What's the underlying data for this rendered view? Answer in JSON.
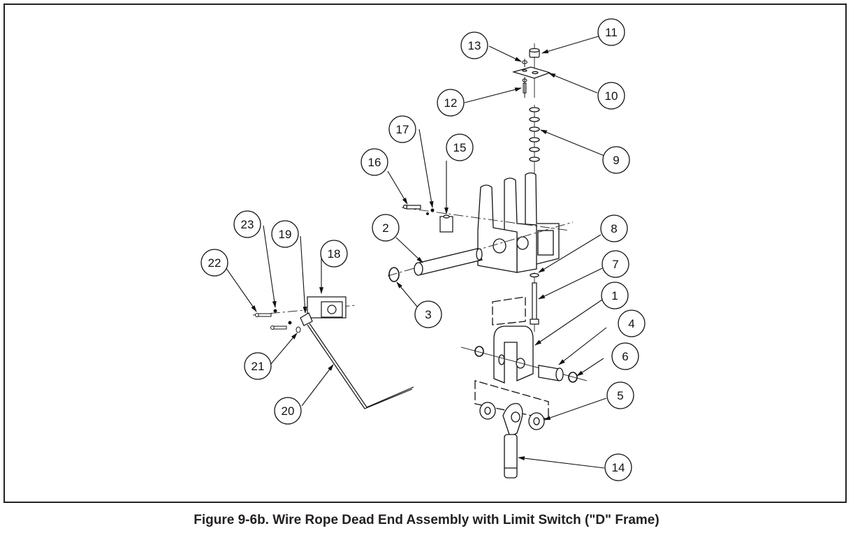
{
  "figure": {
    "caption": "Figure 9-6b. Wire Rope Dead End Assembly with Limit Switch (\"D\" Frame)"
  },
  "callouts": [
    {
      "id": "1",
      "label": "1"
    },
    {
      "id": "2",
      "label": "2"
    },
    {
      "id": "3",
      "label": "3"
    },
    {
      "id": "4",
      "label": "4"
    },
    {
      "id": "5",
      "label": "5"
    },
    {
      "id": "6",
      "label": "6"
    },
    {
      "id": "7",
      "label": "7"
    },
    {
      "id": "8",
      "label": "8"
    },
    {
      "id": "9",
      "label": "9"
    },
    {
      "id": "10",
      "label": "10"
    },
    {
      "id": "11",
      "label": "11"
    },
    {
      "id": "12",
      "label": "12"
    },
    {
      "id": "13",
      "label": "13"
    },
    {
      "id": "14",
      "label": "14"
    },
    {
      "id": "15",
      "label": "15"
    },
    {
      "id": "16",
      "label": "16"
    },
    {
      "id": "17",
      "label": "17"
    },
    {
      "id": "18",
      "label": "18"
    },
    {
      "id": "19",
      "label": "19"
    },
    {
      "id": "20",
      "label": "20"
    },
    {
      "id": "21",
      "label": "21"
    },
    {
      "id": "22",
      "label": "22"
    },
    {
      "id": "23",
      "label": "23"
    }
  ]
}
